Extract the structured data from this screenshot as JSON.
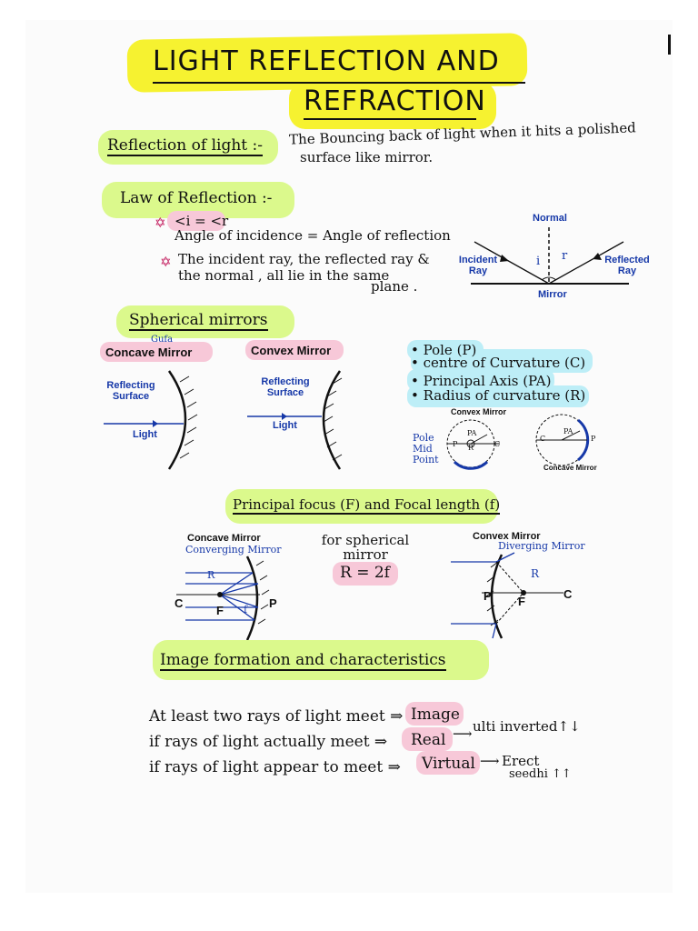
{
  "title": {
    "line1": "LIGHT REFLECTION AND",
    "line2": "REFRACTION"
  },
  "reflection": {
    "heading": "Reflection of light :-",
    "definition_line1": "The Bouncing back of light when it hits a polished",
    "definition_line2": "surface like mirror."
  },
  "law": {
    "heading": "Law of Reflection :-",
    "rule1_formula": "<i = <r",
    "rule1_text": "Angle of incidence = Angle of reflection",
    "rule2_line1": "The incident ray, the reflected ray &",
    "rule2_line2": "the normal , all lie in the same",
    "rule2_line3": "plane .",
    "star_symbol": "✡",
    "diagram": {
      "normal_label": "Normal",
      "incident_label": "Incident\nRay",
      "reflected_label": "Reflected\nRay",
      "mirror_label": "Mirror",
      "angle_i": "i",
      "angle_r": "r"
    }
  },
  "spherical": {
    "heading": "Spherical mirrors",
    "concave_title": "Concave Mirror",
    "concave_note": "Gufa",
    "convex_title": "Convex Mirror",
    "reflecting_surface": "Reflecting\nSurface",
    "light_label": "Light",
    "terms": [
      "• Pole (P)",
      "• centre of Curvature (C)",
      "• Principal Axis (PA)",
      "• Radius of curvature (R)"
    ],
    "small_convex_title": "Convex Mirror",
    "small_concave_title": "Concave Mirror",
    "pole_note": "Pole\nMid\nPoint",
    "labels": {
      "pa": "PA",
      "c": "C",
      "p": "P",
      "r": "R"
    }
  },
  "focus": {
    "heading": "Principal focus (F) and Focal length (f)",
    "concave_title": "Concave Mirror",
    "concave_sub": "Converging Mirror",
    "convex_title": "Convex Mirror",
    "convex_sub": "Diverging Mirror",
    "formula_note": "for spherical\nmirror",
    "formula": "R = 2f",
    "labels": {
      "c": "C",
      "f_cap": "F",
      "p": "P",
      "r": "R",
      "f_small": "f"
    }
  },
  "image": {
    "heading": "Image formation and characteristics",
    "line1_text": "At least two rays of light meet ⇒",
    "line1_tag": "Image",
    "line2_text": "if rays of light actually meet ⇒",
    "line2_tag": "Real",
    "line2_note": "ulti inverted↑↓",
    "line3_text": "if rays of light appear to meet ⇒",
    "line3_tag": "Virtual",
    "line3_note1": "Erect",
    "line3_note2": "seedhi ↑↑"
  },
  "colors": {
    "yellow": "#f6f230",
    "green": "#dbf98c",
    "pink": "#f7c8d8",
    "blue_hl": "#bdeef7",
    "ink_blue": "#1638a8"
  }
}
